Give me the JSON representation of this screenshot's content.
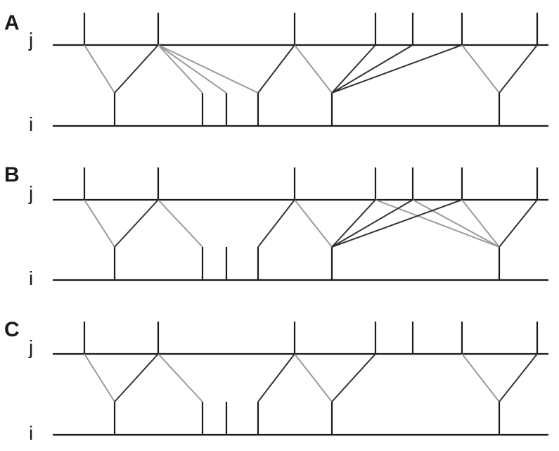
{
  "panels": [
    {
      "letter": "A",
      "j_label": "j",
      "i_label": "i",
      "j_spikes": [
        120,
        225,
        419,
        534,
        587,
        657,
        764
      ],
      "i_spikes": [
        163,
        288,
        322,
        367,
        472,
        710
      ],
      "gray_links": [
        [
          120,
          163
        ],
        [
          225,
          288
        ],
        [
          225,
          322
        ],
        [
          225,
          367
        ],
        [
          419,
          472
        ],
        [
          657,
          710
        ]
      ],
      "dark_links": [
        [
          225,
          163
        ],
        [
          419,
          367
        ],
        [
          534,
          472
        ],
        [
          587,
          472
        ],
        [
          657,
          472
        ],
        [
          764,
          710
        ]
      ]
    },
    {
      "letter": "B",
      "j_label": "j",
      "i_label": "i",
      "j_spikes": [
        120,
        225,
        419,
        534,
        587,
        657,
        764
      ],
      "i_spikes": [
        163,
        288,
        322,
        367,
        472,
        710
      ],
      "gray_links": [
        [
          120,
          163
        ],
        [
          225,
          288
        ],
        [
          419,
          472
        ],
        [
          534,
          710
        ],
        [
          587,
          710
        ],
        [
          657,
          710
        ]
      ],
      "dark_links": [
        [
          225,
          163
        ],
        [
          419,
          367
        ],
        [
          534,
          472
        ],
        [
          587,
          472
        ],
        [
          657,
          472
        ],
        [
          764,
          710
        ]
      ]
    },
    {
      "letter": "C",
      "j_label": "j",
      "i_label": "i",
      "j_spikes": [
        120,
        225,
        419,
        534,
        587,
        657,
        764
      ],
      "i_spikes": [
        163,
        288,
        322,
        367,
        472,
        710
      ],
      "gray_links": [
        [
          120,
          163
        ],
        [
          225,
          288
        ],
        [
          419,
          472
        ],
        [
          657,
          710
        ]
      ],
      "dark_links": [
        [
          225,
          163
        ],
        [
          419,
          367
        ],
        [
          534,
          472
        ],
        [
          764,
          710
        ]
      ]
    }
  ]
}
